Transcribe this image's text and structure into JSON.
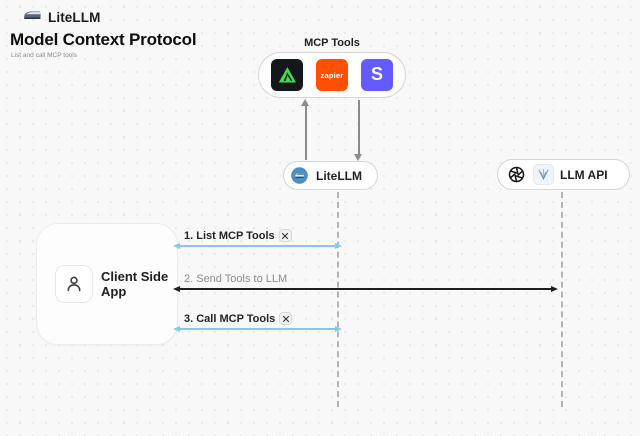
{
  "header": {
    "brand": "LiteLLM",
    "title": "Model Context Protocol",
    "subtitle": "List and call MCP tools"
  },
  "mcp_tools": {
    "label": "MCP Tools",
    "zapier_label": "zapier",
    "stripe_label": "S",
    "icons": [
      "green-triangle-tool-icon",
      "zapier-icon",
      "stripe-icon"
    ]
  },
  "nodes": {
    "litellm": {
      "label": "LiteLLM"
    },
    "llm_api": {
      "label": "LLM API"
    },
    "client": {
      "label": "Client Side App"
    }
  },
  "messages": [
    {
      "label": "1. List MCP Tools",
      "arrow_color": "blue",
      "tool_icon": true
    },
    {
      "label": "2. Send Tools to LLM",
      "arrow_color": "black",
      "tool_icon": false
    },
    {
      "label": "3. Call MCP Tools",
      "arrow_color": "blue",
      "tool_icon": true
    }
  ],
  "colors": {
    "background": "#f8f8f8",
    "blue_arrow": "#86c9e6",
    "black_arrow": "#1e1e1f",
    "zapier_orange": "#ff4f00",
    "stripe_purple": "#635bff",
    "tool_green": "#3ddd4e",
    "litellm_logo_blue": "#4a90c2"
  }
}
